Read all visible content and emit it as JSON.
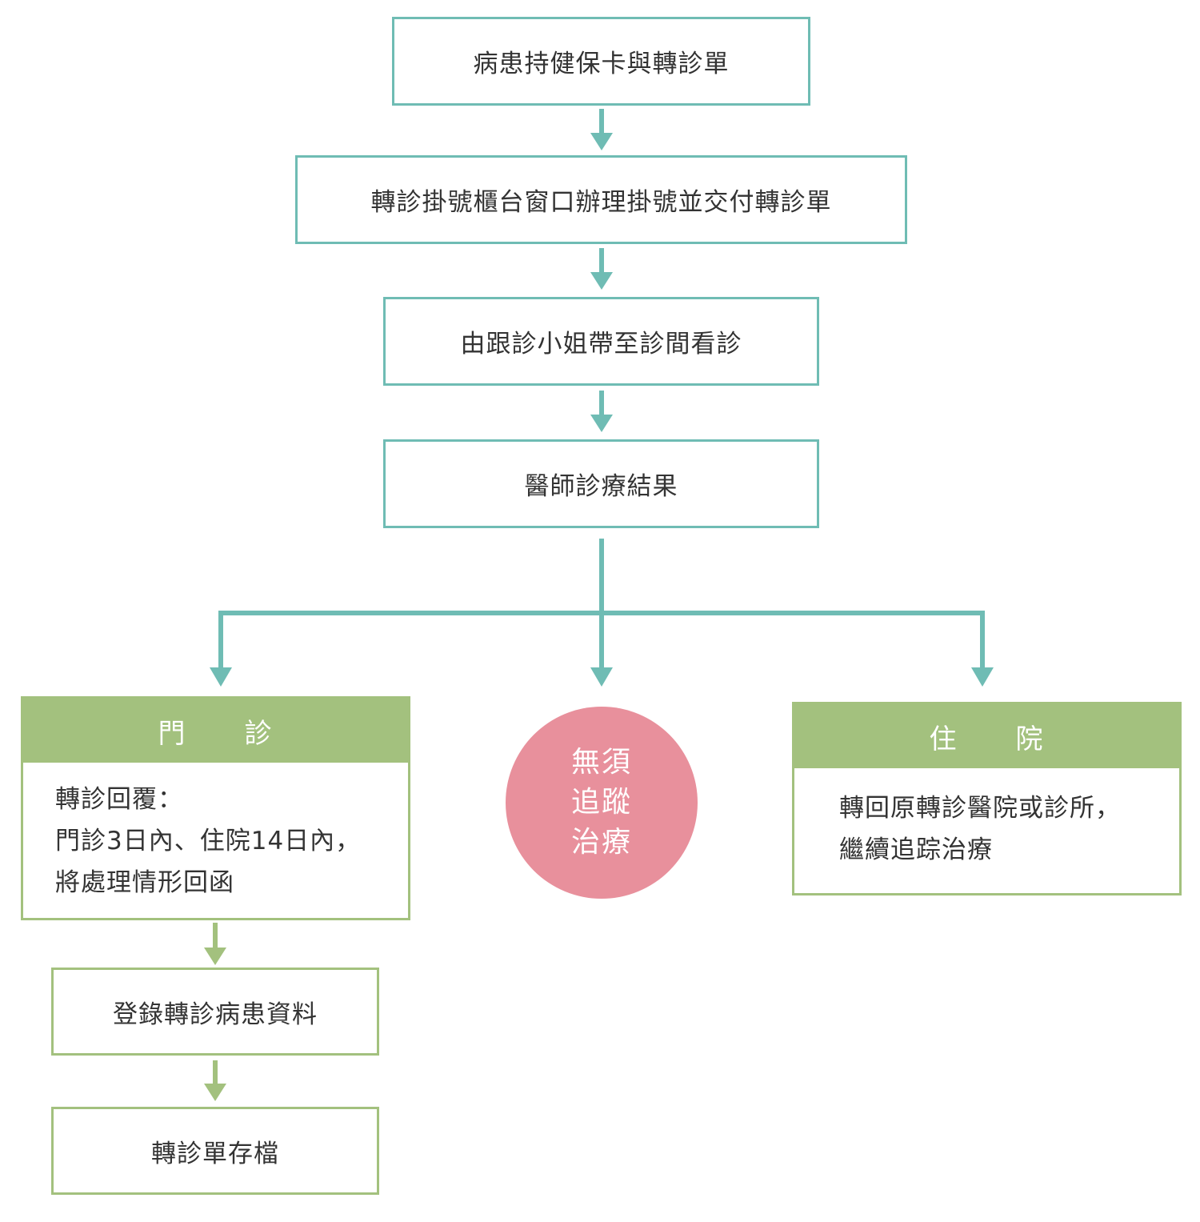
{
  "steps": {
    "step1": "病患持健保卡與轉診單",
    "step2": "轉診掛號櫃台窗口辦理掛號並交付轉診單",
    "step3": "由跟診小姐帶至診間看診",
    "step4": "醫師診療結果"
  },
  "outpatient": {
    "title": "門　　診",
    "lines": [
      "轉診回覆：",
      "門診3日內、住院14日內，",
      "將處理情形回函"
    ],
    "register": "登錄轉診病患資料",
    "archive": "轉診單存檔"
  },
  "no_followup": {
    "lines": [
      "無須",
      "追蹤",
      "治療"
    ]
  },
  "inpatient": {
    "title": "住　　院",
    "lines": [
      "轉回原轉診醫院或診所，",
      "繼續追踪治療"
    ]
  },
  "colors": {
    "teal": "#6fbcb4",
    "green": "#a3c17e",
    "pink": "#e8909c"
  }
}
